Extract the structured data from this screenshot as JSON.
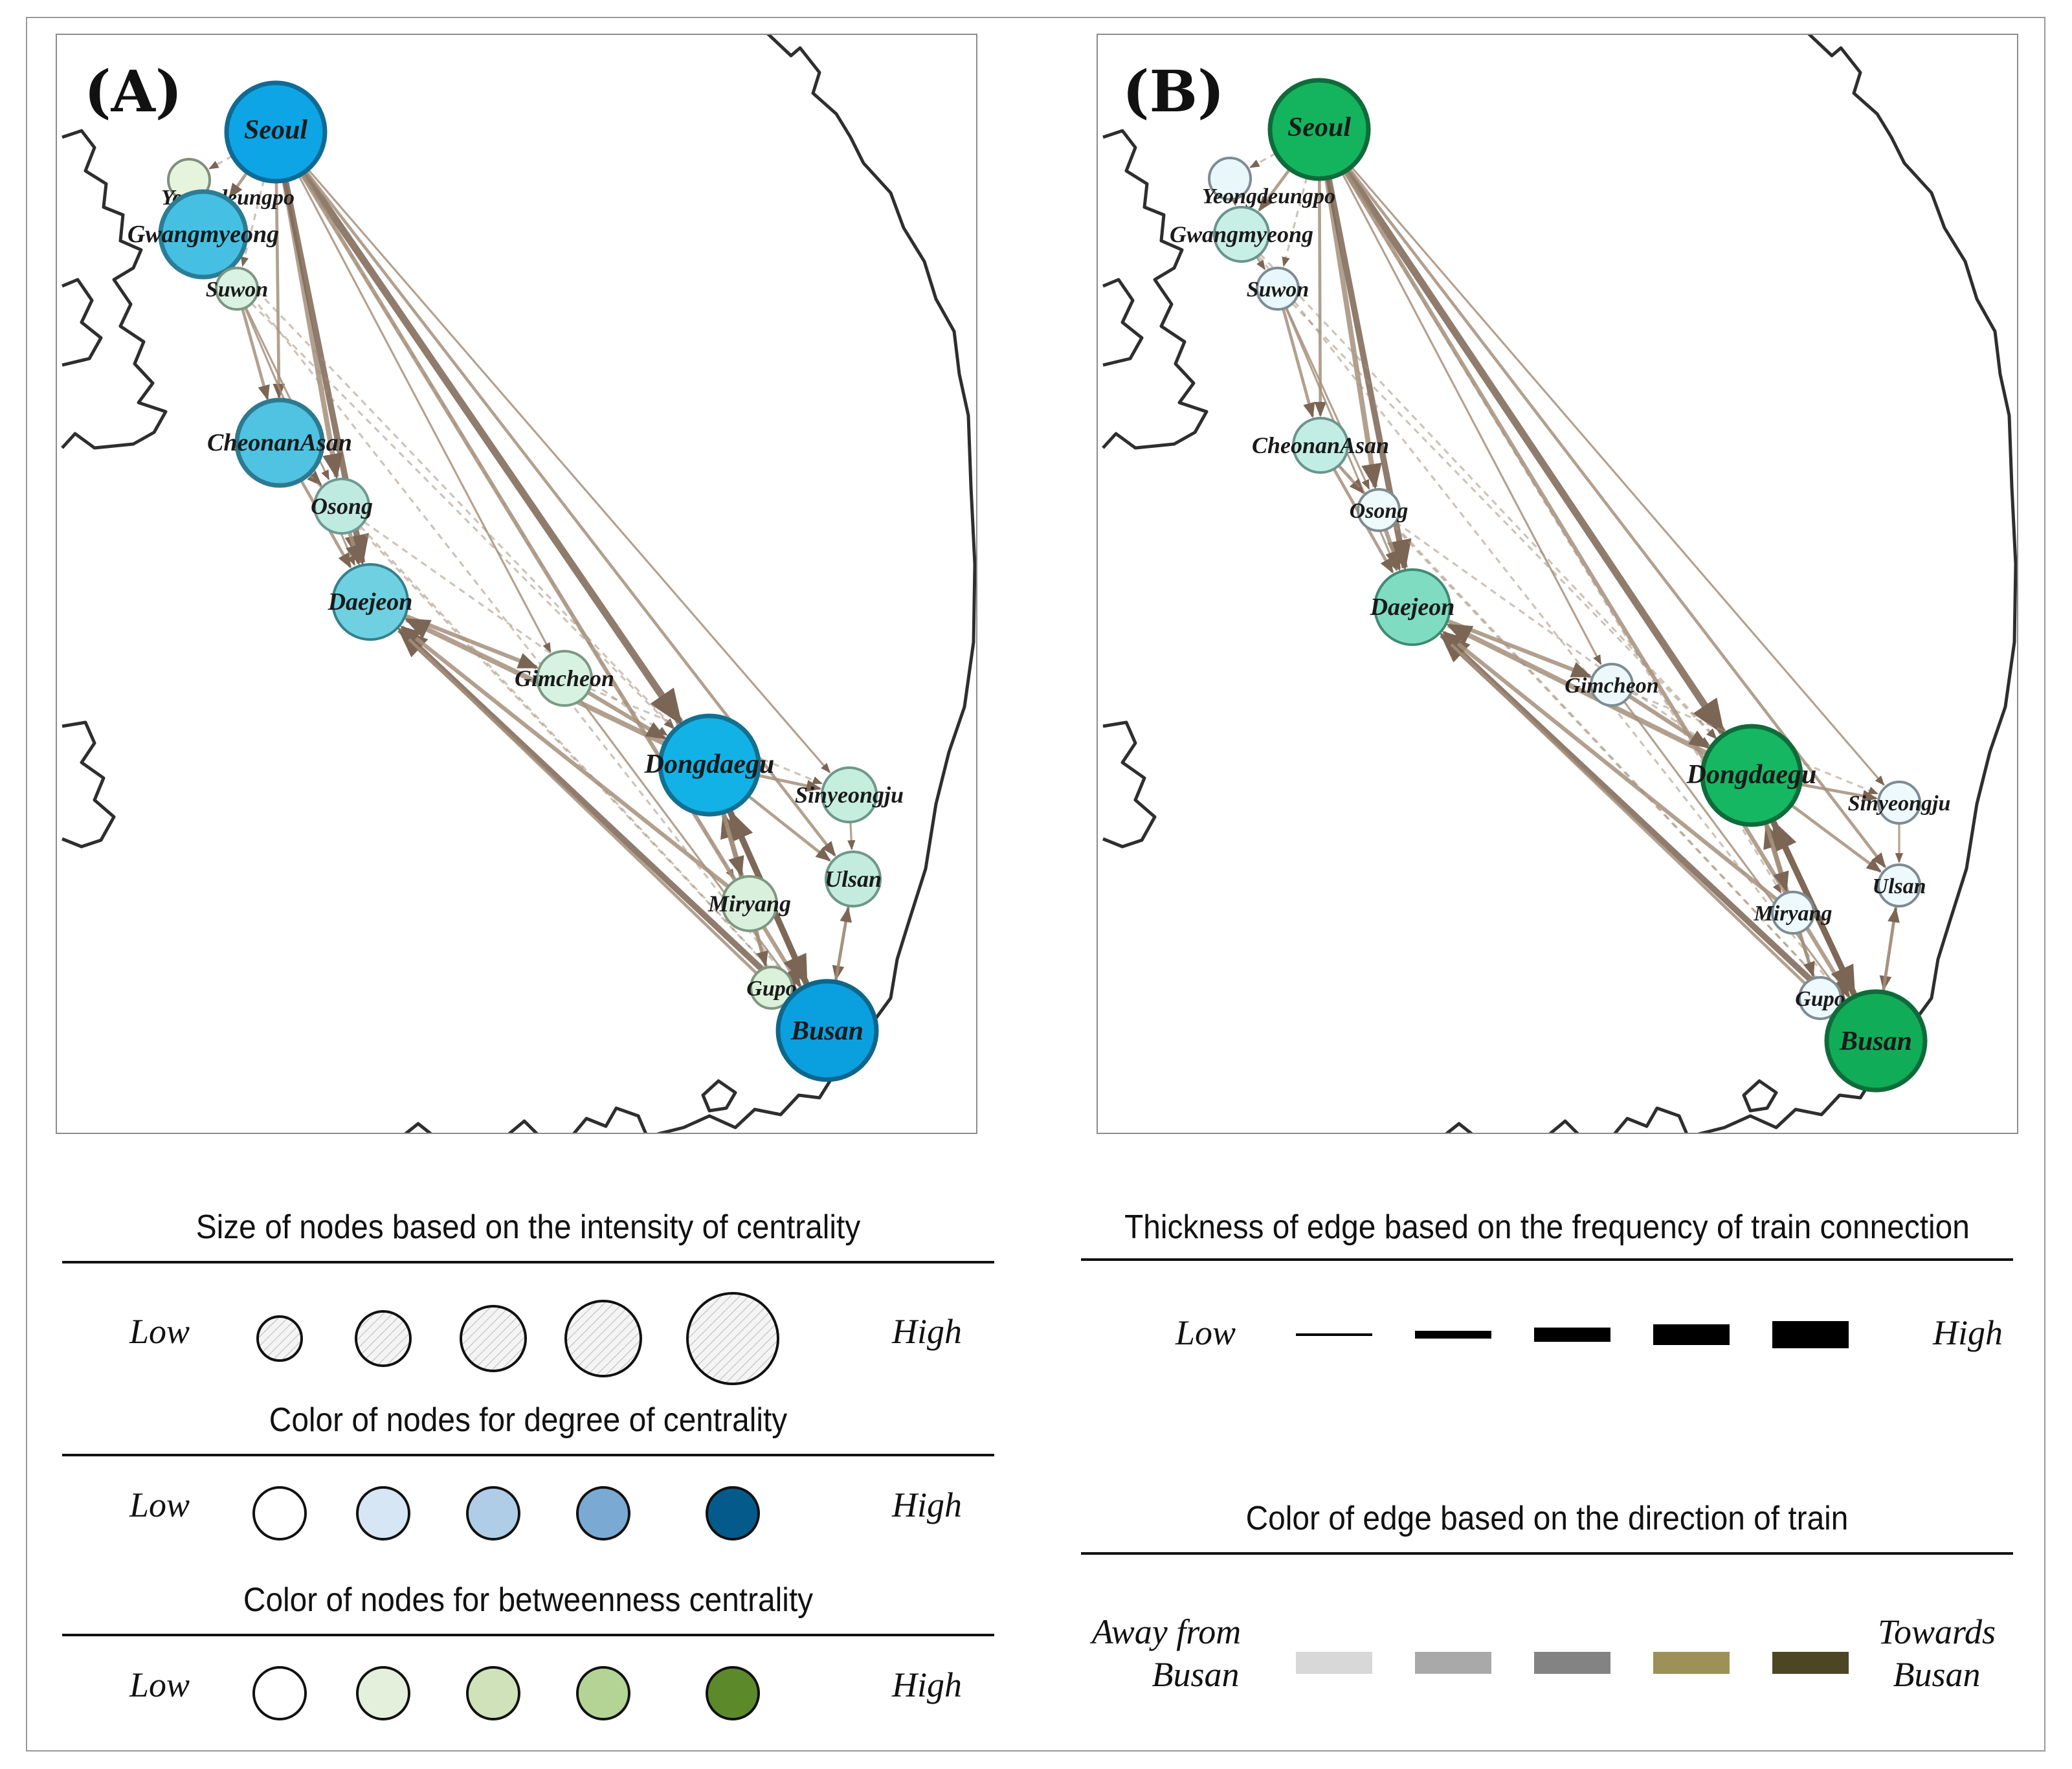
{
  "panels": [
    {
      "id": "A",
      "label": "(A)",
      "theme": "blue",
      "nodes": [
        {
          "name": "Seoul",
          "size": 5,
          "fill": "#0ea5e6",
          "stroke": "#116a93"
        },
        {
          "name": "Yeongdeungpo",
          "size": 1,
          "fill": "#e6f4dd",
          "stroke": "#7f8f7a"
        },
        {
          "name": "Gwangmyeong",
          "size": 4,
          "fill": "#45c0e3",
          "stroke": "#2b7d96"
        },
        {
          "name": "Suwon",
          "size": 1,
          "fill": "#daf2e2",
          "stroke": "#7d9683"
        },
        {
          "name": "CheonanAsan",
          "size": 4,
          "fill": "#4fc3e1",
          "stroke": "#2d7a90"
        },
        {
          "name": "Osong",
          "size": 2,
          "fill": "#bfeae0",
          "stroke": "#6f9990"
        },
        {
          "name": "Daejeon",
          "size": 3,
          "fill": "#6ed0e0",
          "stroke": "#367f8b"
        },
        {
          "name": "Gimcheon",
          "size": 2,
          "fill": "#d7f2e0",
          "stroke": "#7b9883"
        },
        {
          "name": "Dongdaegu",
          "size": 5,
          "fill": "#12b2e6",
          "stroke": "#13708f"
        },
        {
          "name": "Sinyeongju",
          "size": 2,
          "fill": "#c6eedf",
          "stroke": "#6f978c"
        },
        {
          "name": "Ulsan",
          "size": 2,
          "fill": "#c3ecdf",
          "stroke": "#6e968a"
        },
        {
          "name": "Miryang",
          "size": 2,
          "fill": "#d9f0dc",
          "stroke": "#7f9782"
        },
        {
          "name": "Gupo",
          "size": 1,
          "fill": "#dcf1da",
          "stroke": "#7f9680"
        },
        {
          "name": "Busan",
          "size": 5,
          "fill": "#0aa0e0",
          "stroke": "#0e6689"
        }
      ]
    },
    {
      "id": "B",
      "label": "(B)",
      "theme": "green",
      "nodes": [
        {
          "name": "Seoul",
          "size": 5,
          "fill": "#14b45f",
          "stroke": "#0f6b39"
        },
        {
          "name": "Yeongdeungpo",
          "size": 1,
          "fill": "#e9f7fb",
          "stroke": "#7d8c92"
        },
        {
          "name": "Gwangmyeong",
          "size": 2,
          "fill": "#c8efe6",
          "stroke": "#6b948c"
        },
        {
          "name": "Suwon",
          "size": 1,
          "fill": "#e8f7fb",
          "stroke": "#7d8c92"
        },
        {
          "name": "CheonanAsan",
          "size": 2,
          "fill": "#c2ede4",
          "stroke": "#6b948c"
        },
        {
          "name": "Osong",
          "size": 1,
          "fill": "#eef9fb",
          "stroke": "#7d8c92"
        },
        {
          "name": "Daejeon",
          "size": 3,
          "fill": "#7fdcc0",
          "stroke": "#3f8a72"
        },
        {
          "name": "Gimcheon",
          "size": 1,
          "fill": "#ecf8fb",
          "stroke": "#7d8c92"
        },
        {
          "name": "Dongdaegu",
          "size": 5,
          "fill": "#15b763",
          "stroke": "#0f6b39"
        },
        {
          "name": "Sinyeongju",
          "size": 1,
          "fill": "#eef9fd",
          "stroke": "#7d8c92"
        },
        {
          "name": "Ulsan",
          "size": 1,
          "fill": "#eef9fd",
          "stroke": "#7d8c92"
        },
        {
          "name": "Miryang",
          "size": 1,
          "fill": "#eef9fd",
          "stroke": "#7d8c92"
        },
        {
          "name": "Gupo",
          "size": 1,
          "fill": "#eef9fd",
          "stroke": "#7d8c92"
        },
        {
          "name": "Busan",
          "size": 5,
          "fill": "#11ac57",
          "stroke": "#0f6b39"
        }
      ]
    }
  ],
  "edges": [
    {
      "from": "Seoul",
      "to": "Yeongdeungpo",
      "weight": 1,
      "dashed": true
    },
    {
      "from": "Seoul",
      "to": "Gwangmyeong",
      "weight": 2
    },
    {
      "from": "Seoul",
      "to": "Suwon",
      "weight": 1,
      "dashed": true
    },
    {
      "from": "Seoul",
      "to": "CheonanAsan",
      "weight": 2
    },
    {
      "from": "Seoul",
      "to": "Osong",
      "weight": 4
    },
    {
      "from": "Seoul",
      "to": "Daejeon",
      "weight": 5
    },
    {
      "from": "Seoul",
      "to": "Gimcheon",
      "weight": 1
    },
    {
      "from": "Seoul",
      "to": "Dongdaegu",
      "weight": 6
    },
    {
      "from": "Seoul",
      "to": "Sinyeongju",
      "weight": 1
    },
    {
      "from": "Seoul",
      "to": "Ulsan",
      "weight": 2
    },
    {
      "from": "Seoul",
      "to": "Miryang",
      "weight": 1,
      "dashed": true
    },
    {
      "from": "Seoul",
      "to": "Busan",
      "weight": 3
    },
    {
      "from": "Yeongdeungpo",
      "to": "Gwangmyeong",
      "weight": 1
    },
    {
      "from": "Gwangmyeong",
      "to": "Suwon",
      "weight": 1
    },
    {
      "from": "Gwangmyeong",
      "to": "Dongdaegu",
      "weight": 1,
      "dashed": true
    },
    {
      "from": "Gwangmyeong",
      "to": "Busan",
      "weight": 1,
      "dashed": true
    },
    {
      "from": "Suwon",
      "to": "CheonanAsan",
      "weight": 2
    },
    {
      "from": "Suwon",
      "to": "Osong",
      "weight": 1
    },
    {
      "from": "Suwon",
      "to": "Daejeon",
      "weight": 1
    },
    {
      "from": "Suwon",
      "to": "Dongdaegu",
      "weight": 1,
      "dashed": true
    },
    {
      "from": "CheonanAsan",
      "to": "Osong",
      "weight": 2
    },
    {
      "from": "CheonanAsan",
      "to": "Daejeon",
      "weight": 2
    },
    {
      "from": "CheonanAsan",
      "to": "Busan",
      "weight": 1,
      "dashed": true
    },
    {
      "from": "Osong",
      "to": "Daejeon",
      "weight": 3
    },
    {
      "from": "Osong",
      "to": "Dongdaegu",
      "weight": 1,
      "dashed": true
    },
    {
      "from": "Osong",
      "to": "Busan",
      "weight": 1,
      "dashed": true
    },
    {
      "from": "Daejeon",
      "to": "Gimcheon",
      "weight": 3
    },
    {
      "from": "Dongdaegu",
      "to": "Daejeon",
      "weight": 4
    },
    {
      "from": "Busan",
      "to": "Daejeon",
      "weight": 5
    },
    {
      "from": "Miryang",
      "to": "Daejeon",
      "weight": 3
    },
    {
      "from": "Gupo",
      "to": "Daejeon",
      "weight": 2
    },
    {
      "from": "Gimcheon",
      "to": "Dongdaegu",
      "weight": 3
    },
    {
      "from": "Gimcheon",
      "to": "Busan",
      "weight": 1
    },
    {
      "from": "Gimcheon",
      "to": "Sinyeongju",
      "weight": 1,
      "dashed": true
    },
    {
      "from": "Dongdaegu",
      "to": "Sinyeongju",
      "weight": 2
    },
    {
      "from": "Dongdaegu",
      "to": "Ulsan",
      "weight": 2
    },
    {
      "from": "Miryang",
      "to": "Dongdaegu",
      "weight": 4
    },
    {
      "from": "Busan",
      "to": "Dongdaegu",
      "weight": 5
    },
    {
      "from": "Gupo",
      "to": "Dongdaegu",
      "weight": 2
    },
    {
      "from": "Dongdaegu",
      "to": "Miryang",
      "weight": 3
    },
    {
      "from": "Dongdaegu",
      "to": "Busan",
      "weight": 5
    },
    {
      "from": "Sinyeongju",
      "to": "Ulsan",
      "weight": 1
    },
    {
      "from": "Ulsan",
      "to": "Busan",
      "weight": 2
    },
    {
      "from": "Busan",
      "to": "Ulsan",
      "weight": 2
    },
    {
      "from": "Miryang",
      "to": "Gupo",
      "weight": 2
    },
    {
      "from": "Gupo",
      "to": "Busan",
      "weight": 2
    }
  ],
  "legend": {
    "size": {
      "title": "Size of nodes based on the intensity of centrality",
      "low": "Low",
      "high": "High",
      "levels": [
        1,
        2,
        3,
        4,
        5
      ]
    },
    "degree": {
      "title": "Color of nodes for degree of centrality",
      "low": "Low",
      "high": "High",
      "colors": [
        "#ffffff",
        "#d6e6f4",
        "#b0cde7",
        "#7aa9d3",
        "#045b8b"
      ]
    },
    "betweenness": {
      "title": "Color of nodes for betweenness centrality",
      "low": "Low",
      "high": "High",
      "colors": [
        "#ffffff",
        "#e5f0dc",
        "#cfe2ba",
        "#b3d495",
        "#5c8a2a"
      ]
    },
    "thickness": {
      "title": "Thickness of edge based on the frequency of train connection",
      "low": "Low",
      "high": "High",
      "levels": [
        1,
        2,
        3,
        4,
        5
      ]
    },
    "direction": {
      "title": "Color of edge based on the direction of train",
      "low_line1": "Away from",
      "low_line2": "Busan",
      "high_line1": "Towards",
      "high_line2": "Busan",
      "colors": [
        "#d8d8d8",
        "#a9a9a9",
        "#838383",
        "#9d9157",
        "#4d4624"
      ]
    }
  },
  "colors": {
    "edge": "#a48f7b",
    "edge_dark": "#7b6554",
    "coast": "#2e2e2e",
    "frame": "#8c8c8c"
  }
}
